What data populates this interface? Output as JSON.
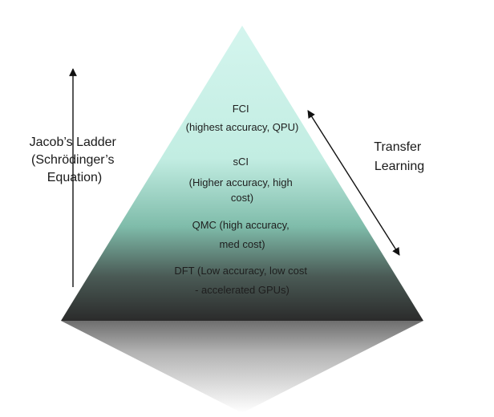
{
  "left_label": {
    "lines": [
      "Jacob’s Ladder",
      "(Schrödinger’s",
      "Equation)"
    ]
  },
  "right_label": {
    "lines": [
      "Transfer",
      "Learning"
    ]
  },
  "tiers": [
    {
      "name": "fci",
      "lines": [
        "FCI",
        "(highest accuracy, QPU)"
      ]
    },
    {
      "name": "sci",
      "lines": [
        "sCI",
        "(Higher accuracy, high",
        "cost)"
      ]
    },
    {
      "name": "qmc",
      "lines": [
        "QMC (high accuracy,",
        "med cost)"
      ]
    },
    {
      "name": "dft",
      "lines": [
        "DFT (Low accuracy, low cost",
        "- accelerated GPUs)"
      ]
    }
  ],
  "colors": {
    "pyramid_top": "#d4f5ee",
    "pyramid_mid": "#7fbcaa",
    "pyramid_bottom": "#2b2b2b",
    "arrow": "#111111"
  }
}
